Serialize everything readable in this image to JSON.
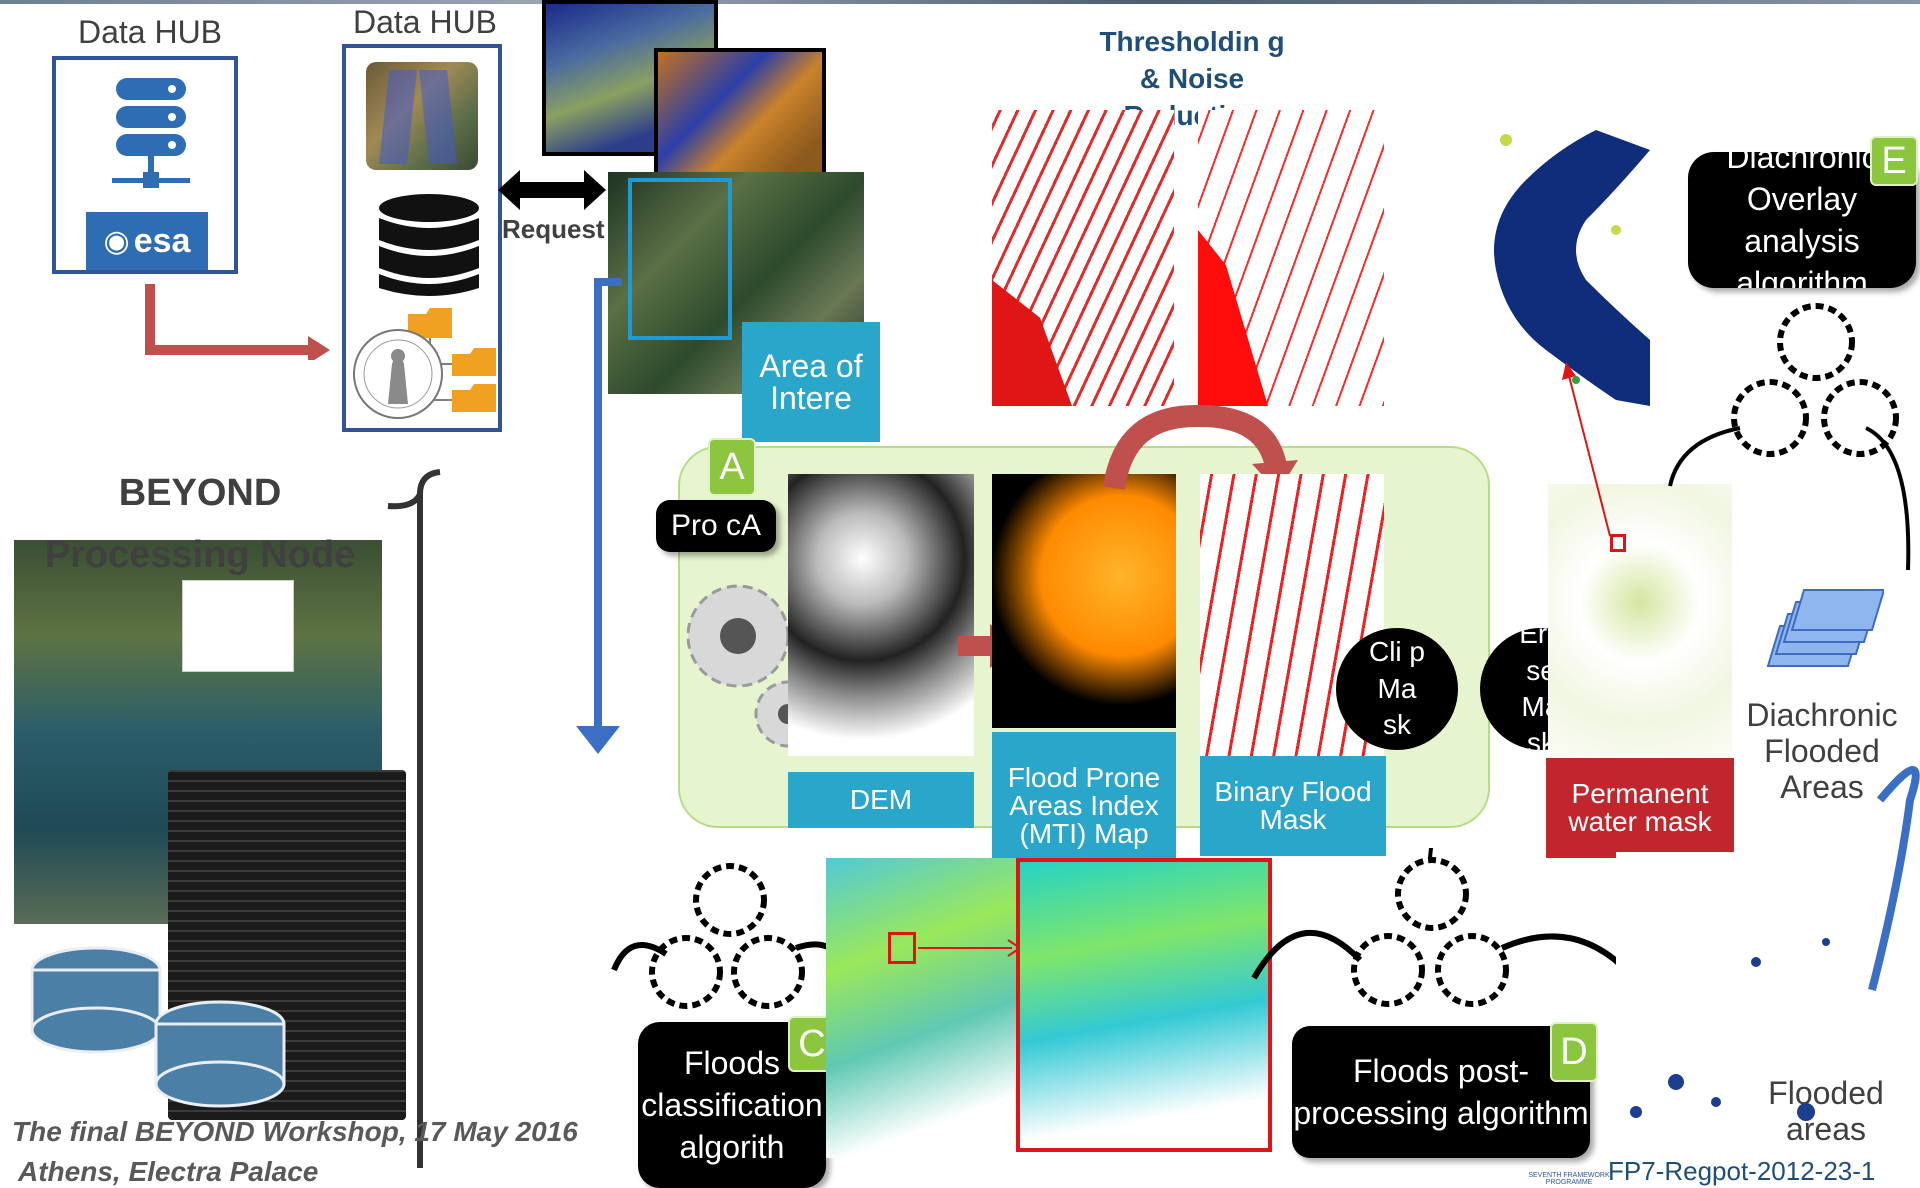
{
  "data_hub_1": {
    "title": "Data HUB",
    "badge": "esa"
  },
  "data_hub_2": {
    "title": "Data HUB"
  },
  "request_label": "Request",
  "area_label": "Area of Intere",
  "thresholding_title": "Thresholdin g & Noise Reduction",
  "beyond_title": "BEYOND",
  "processing_node_title": "Processing Node",
  "proca_label": "Pro cA",
  "badges": {
    "a": "A",
    "c": "C",
    "d": "D",
    "e": "E"
  },
  "dem_label": "DEM",
  "flood_prone_label": "Flood Prone Areas Index (MTI) Map",
  "binary_flood_label": "Binary Flood Mask",
  "clip_mask_label": "Cli p Ma sk",
  "erase_mask_label": "Era se Ma sk",
  "permanent_water_label": "Permanent water mask",
  "diachronic_flooded_label": "Diachronic Flooded Areas",
  "diachronic_overlay_label": "Diachronic Overlay analysis algorithm",
  "floods_classification_label": "Floods classification algorith",
  "floods_postprocessing_label": "Floods post-processing algorithm",
  "flooded_areas_label": "Flooded areas",
  "workshop_line1": "The final BEYOND Workshop, 17 May 2016",
  "workshop_line2": "Athens, Electra Palace",
  "project_code": "FP7-Regpot-2012-23-1",
  "seventh_framework_logo": "SEVENTH FRAMEWORK PROGRAMME",
  "colors": {
    "teal": "#2ba6cb",
    "red_box": "#c0262c",
    "green_panel": "#e6f5cf",
    "badge_green": "#8cc63f",
    "navy": "#2f5597"
  }
}
